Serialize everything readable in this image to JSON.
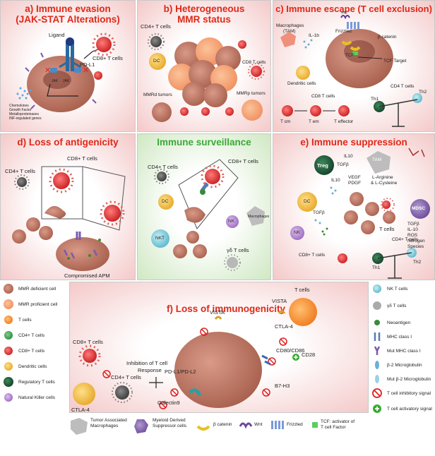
{
  "panels": {
    "a": {
      "title_1": "a) Immune evasion",
      "title_2": "(JAK-STAT Alterations)",
      "ligand": "Ligand",
      "pdl1": "PD-L1",
      "cd8": "CD8+ T cells",
      "chemo_1": "Chemokines",
      "chemo_2": "Growth Factor",
      "chemo_3": "Metalloproteinases",
      "chemo_4": "INF-regulated genes",
      "jak_1": "JAK",
      "jak_2": "JAK"
    },
    "b": {
      "title_1": "b) Heterogeneous",
      "title_2": "MMR status",
      "cd4": "CD4+ T cells",
      "cd8": "CD8 T cells",
      "dc": "DC",
      "mmrd": "MMRd tumors",
      "mmrp": "MMRp tumors"
    },
    "c": {
      "title": "c) Immune escape (T cell exclusion)",
      "wnt": "wnt",
      "frizzled": "Frizzled",
      "macro_1": "Macrophages",
      "macro_2": "(TAM)",
      "il1b": "IL-1b",
      "bcat": "β catenin",
      "tcf": "TCF",
      "tcf_target": "TCF Target",
      "dendritic": "Dendritic cells",
      "cd8": "CD8 T cells",
      "cd4": "CD4 T cells",
      "th1": "Th1",
      "th2": "Th2",
      "tcm": "T cm",
      "tem": "T em",
      "teff": "T effector"
    },
    "d": {
      "title": "d) Loss of antigenicity",
      "cd4": "CD4+ T cells",
      "cd8": "CD8+ T cells",
      "apm": "Compromised APM"
    },
    "surv": {
      "title": "Immune surveillance",
      "cd4": "CD4+ T cells",
      "cd8": "CD8+ T cells",
      "dc": "DC",
      "nk": "NK",
      "nkt": "NKT",
      "tam": "Macrophages",
      "gd": "γδ T cells"
    },
    "e": {
      "title": "e) Immune suppression",
      "il10_a": "IL10",
      "il10_b": "IL10",
      "tgfb_a": "TGFβ",
      "tgfb_b": "TGFβ",
      "treg": "Treg",
      "tam": "TAM",
      "vegf": "VEGF",
      "pdgf": "PDGF",
      "larg": "L-Arginine",
      "lcys": "& L-Cysteine",
      "dc": "DC",
      "nk": "NK",
      "mdsc": "MDSC",
      "mdsc_factors": [
        "TGFβ",
        "IL-10",
        "ROS",
        "Nitrogen",
        "Species"
      ],
      "tcells": "T cells",
      "cd4": "CD4+ T cells",
      "cd8": "CD8+ T cells",
      "th1": "Th1",
      "th2": "Th2"
    },
    "f": {
      "title": "f) Loss of immunogenicity",
      "cd8": "CD8+ T cells",
      "inhibition_1": "Inhibition of T cell",
      "inhibition_2": "Response",
      "cd4": "CD4+ T cells",
      "ctla4_a": "CTLA-4",
      "vista_a": "VISTA",
      "vista_b": "VISTA",
      "tcells": "T cells",
      "ctla4_b": "CTLA-4",
      "cd28": "CD28",
      "cd80": "CD80/CD86",
      "pdl1": "PD-L1/PD-L2",
      "b7h3": "B7-H3",
      "galectin": "Galectin9"
    }
  },
  "legend_left": [
    {
      "icon": "mmr-deficient-cell-icon",
      "label": "MMR deficient cell",
      "color": "#c87a6a"
    },
    {
      "icon": "mmr-proficient-cell-icon",
      "label": "MMR proficient cell",
      "color": "#f6a46a"
    },
    {
      "icon": "t-cell-icon",
      "label": "T cells",
      "color": "#f08a30"
    },
    {
      "icon": "cd4-t-cell-icon",
      "label": "CD4+ T cells",
      "color": "#4cae5a"
    },
    {
      "icon": "cd8-t-cell-icon",
      "label": "CD8+ T cells",
      "color": "#e03030"
    },
    {
      "icon": "dendritic-cell-icon",
      "label": "Dendritic cells",
      "color": "#f2c04a"
    },
    {
      "icon": "regulatory-t-cell-icon",
      "label": "Regulatory T cells",
      "color": "#1e5a36"
    },
    {
      "icon": "natural-killer-cell-icon",
      "label": "Natural Killer cells",
      "color": "#b68ad0"
    }
  ],
  "legend_right": [
    {
      "icon": "nk-t-cell-icon",
      "label": "NK T cells",
      "color": "#79c9d8"
    },
    {
      "icon": "gd-t-cell-icon",
      "label": "γδ T cells",
      "color": "#9a9a9a"
    },
    {
      "icon": "neoantigen-icon",
      "label": "Neoantigen",
      "color": "#3a8a3a"
    },
    {
      "icon": "mhc-class-i-icon",
      "label": "MHC class I",
      "color": "#5a7ab0"
    },
    {
      "icon": "mut-mhc-class-i-icon",
      "label": "Mut MHC class I",
      "color": "#7a5ab0"
    },
    {
      "icon": "b2-microglobulin-icon",
      "label": "β-2 Microglobulin",
      "color": "#6ab0d8"
    },
    {
      "icon": "mut-b2-microglobulin-icon",
      "label": "Mut β-2 Microglobulin",
      "color": "#9ad0e8"
    },
    {
      "icon": "t-cell-inhibitory-signal-icon",
      "label": "T cell inhibitory signal",
      "color": "#e02020"
    },
    {
      "icon": "t-cell-activatory-signal-icon",
      "label": "T cell activatory signal",
      "color": "#3aaa35"
    }
  ],
  "legend_bottom": [
    {
      "icon": "tam-icon",
      "label_1": "Tumor Associated",
      "label_2": "Macrophages"
    },
    {
      "icon": "mdsc-icon",
      "label_1": "Myeloid Derived",
      "label_2": "Suppressor cells"
    },
    {
      "icon": "beta-catenin-icon",
      "label_1": "β catenin"
    },
    {
      "icon": "wnt-icon",
      "label_1": "Wnt"
    },
    {
      "icon": "frizzled-icon",
      "label_1": "Frizzled"
    },
    {
      "icon": "tcf-icon",
      "label_1": "TCF: activator of",
      "label_2": "T cell Factor"
    }
  ]
}
